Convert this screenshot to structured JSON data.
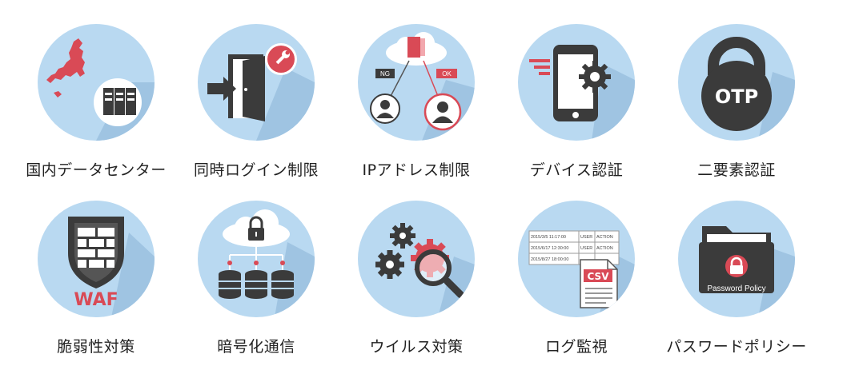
{
  "colors": {
    "circle": "#b9d9f1",
    "shadow": "#9fc4e2",
    "dark": "#3b3b3b",
    "accent": "#d94a56",
    "white": "#ffffff"
  },
  "features": [
    {
      "label": "国内データセンター",
      "icon": "japan-map-server-icon"
    },
    {
      "label": "同時ログイン制限",
      "icon": "door-login-icon"
    },
    {
      "label": "IPアドレス制限",
      "icon": "ip-restriction-icon"
    },
    {
      "label": "デバイス認証",
      "icon": "device-auth-icon"
    },
    {
      "label": "二要素認証",
      "icon": "otp-lock-icon",
      "badge": "OTP"
    },
    {
      "label": "脆弱性対策",
      "icon": "waf-shield-icon",
      "badge": "WAF"
    },
    {
      "label": "暗号化通信",
      "icon": "encrypted-cloud-icon"
    },
    {
      "label": "ウイルス対策",
      "icon": "virus-scan-icon"
    },
    {
      "label": "ログ監視",
      "icon": "log-monitor-icon",
      "badge": "CSV"
    },
    {
      "label": "パスワードポリシー",
      "icon": "password-folder-icon",
      "badge": "Password Policy"
    }
  ],
  "ip_icon": {
    "ng": "NG",
    "ok": "OK"
  },
  "log_icon": {
    "header_user": "USER",
    "header_action": "ACTION",
    "rows": [
      "2015/3/5 11:17:00",
      "2015/6/17 12:30:00",
      "2015/8/27 18:00:00"
    ]
  }
}
